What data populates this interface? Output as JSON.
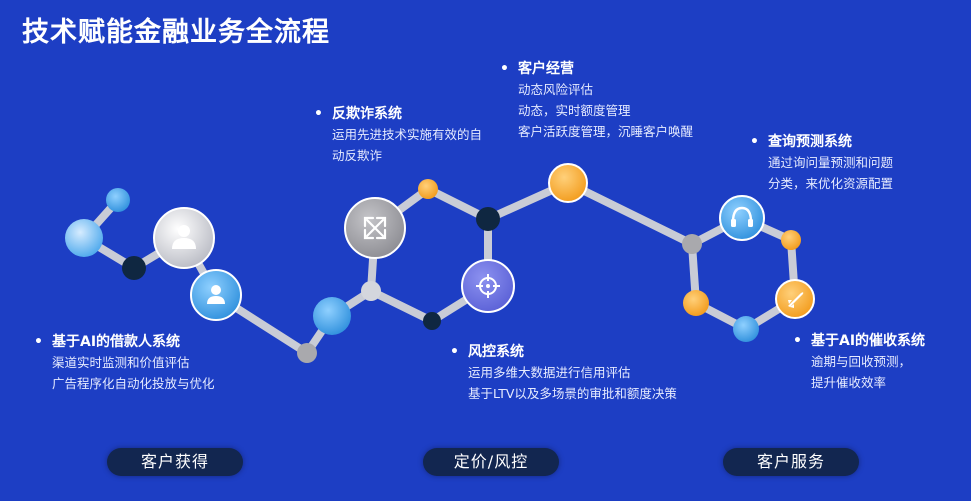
{
  "title": "技术赋能金融业务全流程",
  "blocks": {
    "borrower": {
      "title": "基于AI的借款人系统",
      "lines": [
        "渠道实时监测和价值评估",
        "广告程序化自动化投放与优化"
      ]
    },
    "antifraud": {
      "title": "反欺诈系统",
      "lines": [
        "运用先进技术实施有效的自",
        "动反欺诈"
      ]
    },
    "risk": {
      "title": "风控系统",
      "lines": [
        "运用多维大数据进行信用评估",
        "基于LTV以及多场景的审批和额度决策"
      ]
    },
    "customer_ops": {
      "title": "客户经营",
      "lines": [
        "动态风险评估",
        "动态，实时额度管理",
        "客户活跃度管理，沉睡客户唤醒"
      ]
    },
    "forecast": {
      "title": "查询预测系统",
      "lines": [
        "通过询问量预测和问题",
        "分类，来优化资源配置"
      ]
    },
    "collection": {
      "title": "基于AI的催收系统",
      "lines": [
        "逾期与回收预测，",
        "提升催收效率"
      ]
    }
  },
  "stages": [
    "客户获得",
    "定价/风控",
    "客户服务"
  ],
  "icons": {
    "user_large": "user-icon",
    "user_small": "user-group-icon",
    "expand": "expand-arrows-icon",
    "target": "crosshair-icon",
    "headset": "headset-icon",
    "rocket": "rocket-icon"
  },
  "colors": {
    "background": "#1d3ec4",
    "connector": "#c9ccd6",
    "navy": "#0f2741",
    "orange": "#f5a623",
    "blue": "#3aa0e8",
    "gray": "#a9a9ad",
    "pill": "#122650"
  }
}
